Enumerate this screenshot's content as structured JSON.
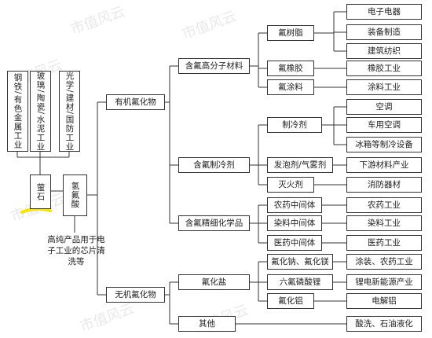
{
  "watermark": "市值风云",
  "left": {
    "industries": [
      "钢铁/有色金属工业",
      "玻璃/陶瓷/水泥工业",
      "光学/建材/国防工业"
    ],
    "fluorite": "萤石",
    "hf": "氢氟酸",
    "hf_note": "高纯产品用于电子工业的芯片清洗等"
  },
  "level1": {
    "organic": "有机氟化物",
    "inorganic": "无机氟化物"
  },
  "level2": {
    "polymer": "含氟高分子材料",
    "refrigerant": "含氟制冷剂",
    "fine_chem": "含氟精细化学品",
    "fluoride_salt": "氟化盐",
    "other": "其他"
  },
  "level3": {
    "resin": "氟树脂",
    "rubber": "氟橡胶",
    "coating": "氟涂料",
    "refrigerant_agent": "制冷剂",
    "foaming": "发泡剂/气雾剂",
    "extinguish": "灭火剂",
    "pesticide": "农药中间体",
    "dye": "染料中间体",
    "pharma": "医药中间体",
    "sodium_fluoride": "氟化钠、氟化镁",
    "lipf6": "六氟磷酸锂",
    "alf3": "氟化铝"
  },
  "apps": {
    "electronics": "电子电器",
    "equipment": "装备制造",
    "textile": "建筑纺织",
    "rubber_ind": "橡胶工业",
    "coating_ind": "涂料工业",
    "ac": "空调",
    "car_ac": "车用空调",
    "fridge": "冰箱等制冷设备",
    "downstream": "下游材料产业",
    "fire_equip": "消防器材",
    "pest_ind": "农药工业",
    "dye_ind": "染料工业",
    "pharma_ind": "医药工业",
    "coating_pest": "涂装、农药工业",
    "battery": "锂电新能源产业",
    "electrolytic_al": "电解铝",
    "acid": "酸洗、石油液化"
  },
  "colors": {
    "line": "#333333",
    "highlight": "#f7e300"
  }
}
